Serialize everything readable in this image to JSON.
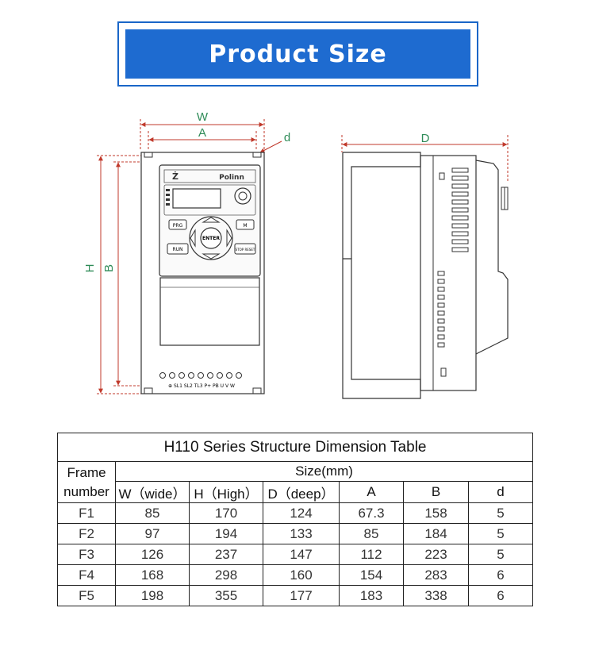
{
  "banner": {
    "title": "Product Size"
  },
  "drawing": {
    "labels": {
      "W": "W",
      "A": "A",
      "d": "d",
      "H": "H",
      "B": "B",
      "D": "D"
    },
    "panel": {
      "brand": "Polinn",
      "btn_prg": "PRG",
      "btn_m": "M",
      "btn_enter": "ENTER",
      "btn_run": "RUN",
      "btn_stop": "STOP RESET",
      "terminals": "⊕ SL1 SL2 TL3 P+ PB U V W"
    }
  },
  "table": {
    "title": "H110 Series Structure Dimension Table",
    "frame_header_line1": "Frame",
    "frame_header_line2": "number",
    "size_header": "Size(mm)",
    "columns": [
      "W（wide）",
      "H（High）",
      "D（deep）",
      "A",
      "B",
      "d"
    ],
    "rows": [
      {
        "frame": "F1",
        "values": [
          "85",
          "170",
          "124",
          "67.3",
          "158",
          "5"
        ]
      },
      {
        "frame": "F2",
        "values": [
          "97",
          "194",
          "133",
          "85",
          "184",
          "5"
        ]
      },
      {
        "frame": "F3",
        "values": [
          "126",
          "237",
          "147",
          "112",
          "223",
          "5"
        ]
      },
      {
        "frame": "F4",
        "values": [
          "168",
          "298",
          "160",
          "154",
          "283",
          "6"
        ]
      },
      {
        "frame": "F5",
        "values": [
          "198",
          "355",
          "177",
          "183",
          "338",
          "6"
        ]
      }
    ]
  },
  "colors": {
    "banner_fill": "#1e6bd0",
    "banner_border": "#1a66c8",
    "dimension_lines": "#c0392b",
    "dimension_text": "#2e8b57"
  }
}
